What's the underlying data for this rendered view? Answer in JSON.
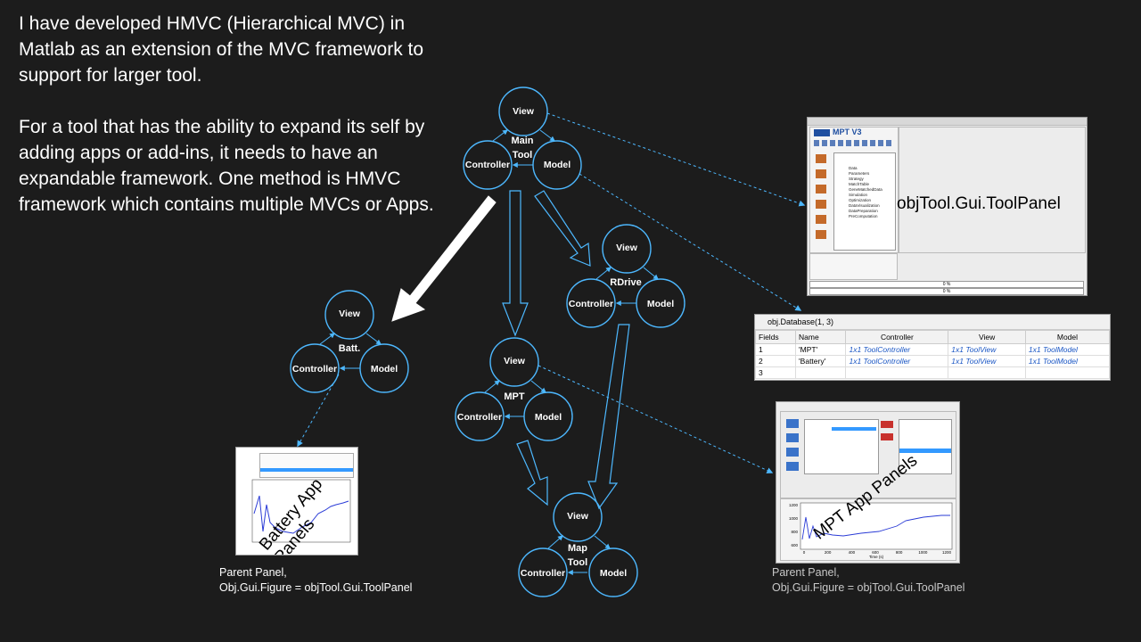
{
  "intro": {
    "paragraph1": "I have developed HMVC (Hierarchical MVC) in Matlab as an extension of the MVC framework to support for larger tool.",
    "paragraph2": "For a tool that has the ability to expand its self by adding apps or add-ins, it needs to have an expandable framework. One method is HMVC framework which contains multiple MVCs or Apps."
  },
  "nodes": {
    "view": "View",
    "controller": "Controller",
    "model": "Model"
  },
  "groups": {
    "main_tool": [
      "Main",
      "Tool"
    ],
    "batt": "Batt.",
    "mpt": "MPT",
    "rdrive": "RDrive",
    "map_tool": [
      "Map",
      "Tool"
    ]
  },
  "tool_panel": {
    "label": "objTool.Gui.ToolPanel",
    "title": "MPT V3",
    "tree_items": [
      "Data",
      "Parameters",
      "Strategy",
      "MatchTable",
      "GeneMatchedData",
      "Simulation",
      "Optimization",
      "DataVisualization",
      "DataPreparation",
      "PreComputation"
    ],
    "progress": [
      "0 %",
      "0 %"
    ]
  },
  "database": {
    "title": "obj.Database(1, 3)",
    "headers": [
      "Fields",
      "Name",
      "Controller",
      "View",
      "Model"
    ],
    "rows": [
      [
        "1",
        "'MPT'",
        "1x1 ToolController",
        "1x1 ToolView",
        "1x1 ToolModel"
      ],
      [
        "2",
        "'Battery'",
        "1x1 ToolController",
        "1x1 ToolView",
        "1x1 ToolModel"
      ],
      [
        "3",
        "",
        "",
        "",
        ""
      ]
    ]
  },
  "battery_panel": {
    "label": "Battery App Panels",
    "caption_line1": "Parent Panel,",
    "caption_line2": "Obj.Gui.Figure = objTool.Gui.ToolPanel"
  },
  "mpt_panel": {
    "label": "MPT App Panels",
    "caption_line1": "Parent Panel,",
    "caption_line2": "Obj.Gui.Figure = objTool.Gui.ToolPanel",
    "x_ticks": [
      "0",
      "200",
      "400",
      "600",
      "800",
      "1000",
      "1200"
    ],
    "y_ticks": [
      "1200",
      "1000",
      "800",
      "600"
    ],
    "xlabel": "Time (s)"
  },
  "colors": {
    "node": "#4db8ff",
    "background": "#1c1c1c",
    "arrow": "#6fc6ff"
  }
}
